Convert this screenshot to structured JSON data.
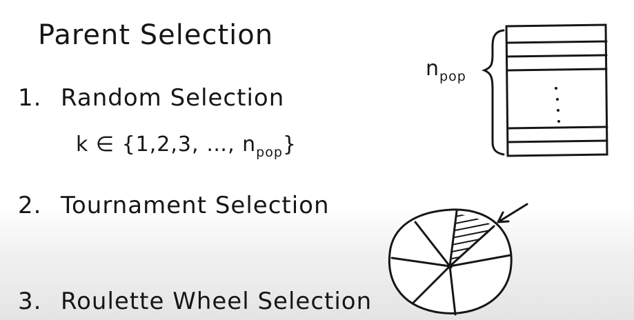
{
  "title": "Parent Selection",
  "items": [
    {
      "number": "1.",
      "label": "Random Selection"
    },
    {
      "number": "2.",
      "label": "Tournament Selection"
    },
    {
      "number": "3.",
      "label": "Roulette Wheel Selection"
    }
  ],
  "formula": {
    "main": "k ∈ {1,2,3, …,",
    "var": "n",
    "sub": "pop",
    "close": "}"
  },
  "population_label": {
    "var": "n",
    "sub": "pop"
  },
  "colors": {
    "ink": "#161616",
    "background": "#ffffff"
  }
}
